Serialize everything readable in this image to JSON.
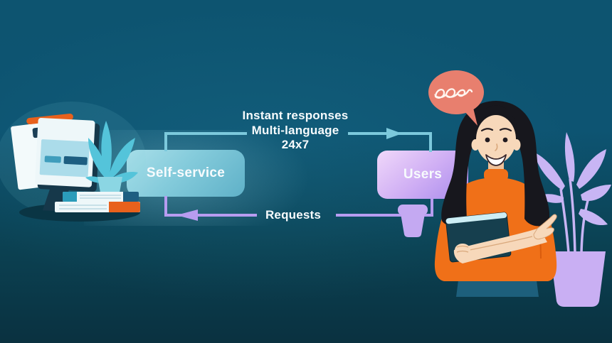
{
  "diagram": {
    "nodes": [
      {
        "id": "self_service",
        "label": "Self-service"
      },
      {
        "id": "users",
        "label": "Users"
      }
    ],
    "flows": {
      "forward": {
        "labels": [
          "Instant responses",
          "Multi-language",
          "24x7"
        ],
        "color": "#7cc9dc"
      },
      "return": {
        "label": "Requests",
        "color": "#b79cf0"
      }
    }
  },
  "colors": {
    "background_top": "#0d5470",
    "background_bottom": "#0a3140",
    "node_self_service_start": "#a9dfe9",
    "node_self_service_end": "#5fb1c8",
    "node_users_start": "#f0d8fa",
    "node_users_end": "#a78aec",
    "arrow_forward": "#7cc9dc",
    "arrow_return": "#b79cf0",
    "speech_bubble": "#e87f6e",
    "sweater_orange": "#f07018",
    "plant_teal": "#54c4da",
    "plant_purple": "#c8b5f4",
    "cup_purple": "#c4a9f2",
    "label_text": "#f7fbfd"
  },
  "icons": {
    "speech_bubble": "scribble-speech-bubble",
    "computer": "desktop-monitor-with-documents",
    "plant_left": "teal-potted-plant",
    "plant_right": "purple-potted-plant",
    "cup": "purple-cup",
    "books": "stacked-books",
    "woman": "woman-holding-notebook"
  }
}
